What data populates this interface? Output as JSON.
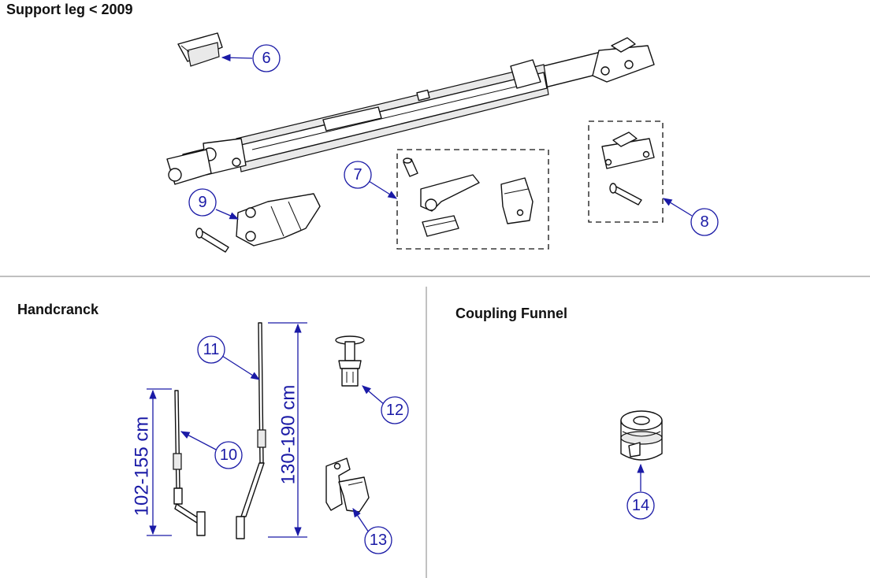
{
  "sections": {
    "support_leg": {
      "title": "Support leg < 2009"
    },
    "handcrank": {
      "title": "Handcranck"
    },
    "coupling_funnel": {
      "title": "Coupling Funnel"
    }
  },
  "callouts": {
    "c6": "6",
    "c7": "7",
    "c8": "8",
    "c9": "9",
    "c10": "10",
    "c11": "11",
    "c12": "12",
    "c13": "13",
    "c14": "14"
  },
  "dimensions": {
    "short_crank": "102-155 cm",
    "long_crank": "130-190 cm"
  },
  "colors": {
    "callout": "#1a1aa6",
    "line": "#111111",
    "divider": "#9a9a9a"
  }
}
